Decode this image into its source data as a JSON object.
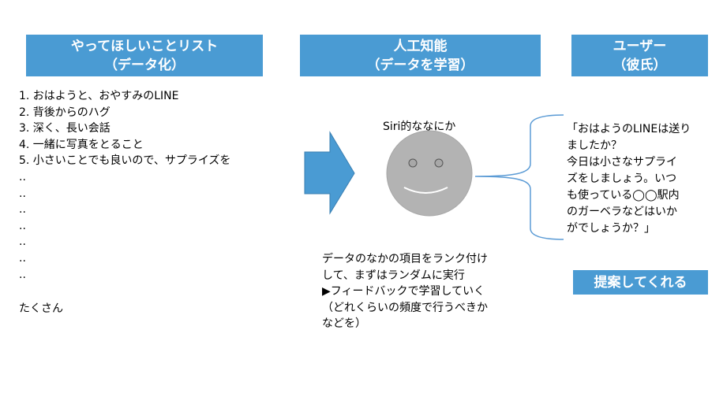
{
  "headers": {
    "list_line1": "やってほしいことリスト",
    "list_line2": "（データ化）",
    "ai_line1": "人工知能",
    "ai_line2": "（データを学習）",
    "user_line1": "ユーザー",
    "user_line2": "（彼氏）"
  },
  "list": {
    "items": [
      "1. おはようと、おやすみのLINE",
      "2. 背後からのハグ",
      "3. 深く、長い会話",
      "4. 一緒に写真をとること",
      "5. 小さいことでも良いので、サプライズを",
      "..",
      "..",
      "..",
      "..",
      "..",
      "..",
      ".."
    ],
    "many": "たくさん"
  },
  "ai": {
    "label": "Siri的ななにか",
    "desc": [
      "データのなかの項目をランク付け",
      "して、まずはランダムに実行",
      "▶フィードバックで学習していく",
      "（どれくらいの頻度で行うべきか",
      "などを）"
    ]
  },
  "user": {
    "message": [
      "「おはようのLINEは送り",
      "ましたか？",
      "今日は小さなサプライ",
      "ズをしましょう。いつ",
      "も使っている◯◯駅内",
      "のガーベラなどはいか",
      "がでしょうか？」"
    ],
    "suggest_label": "提案してくれる"
  },
  "colors": {
    "header_bg": "#4a9bd3",
    "arrow_fill": "#4a9bd3",
    "face_fill": "#b3b3b3",
    "brace_stroke": "#5b9bd5"
  },
  "icons": {
    "arrow": "right-arrow-icon",
    "face": "smiley-face-icon",
    "brace": "left-brace-icon"
  }
}
